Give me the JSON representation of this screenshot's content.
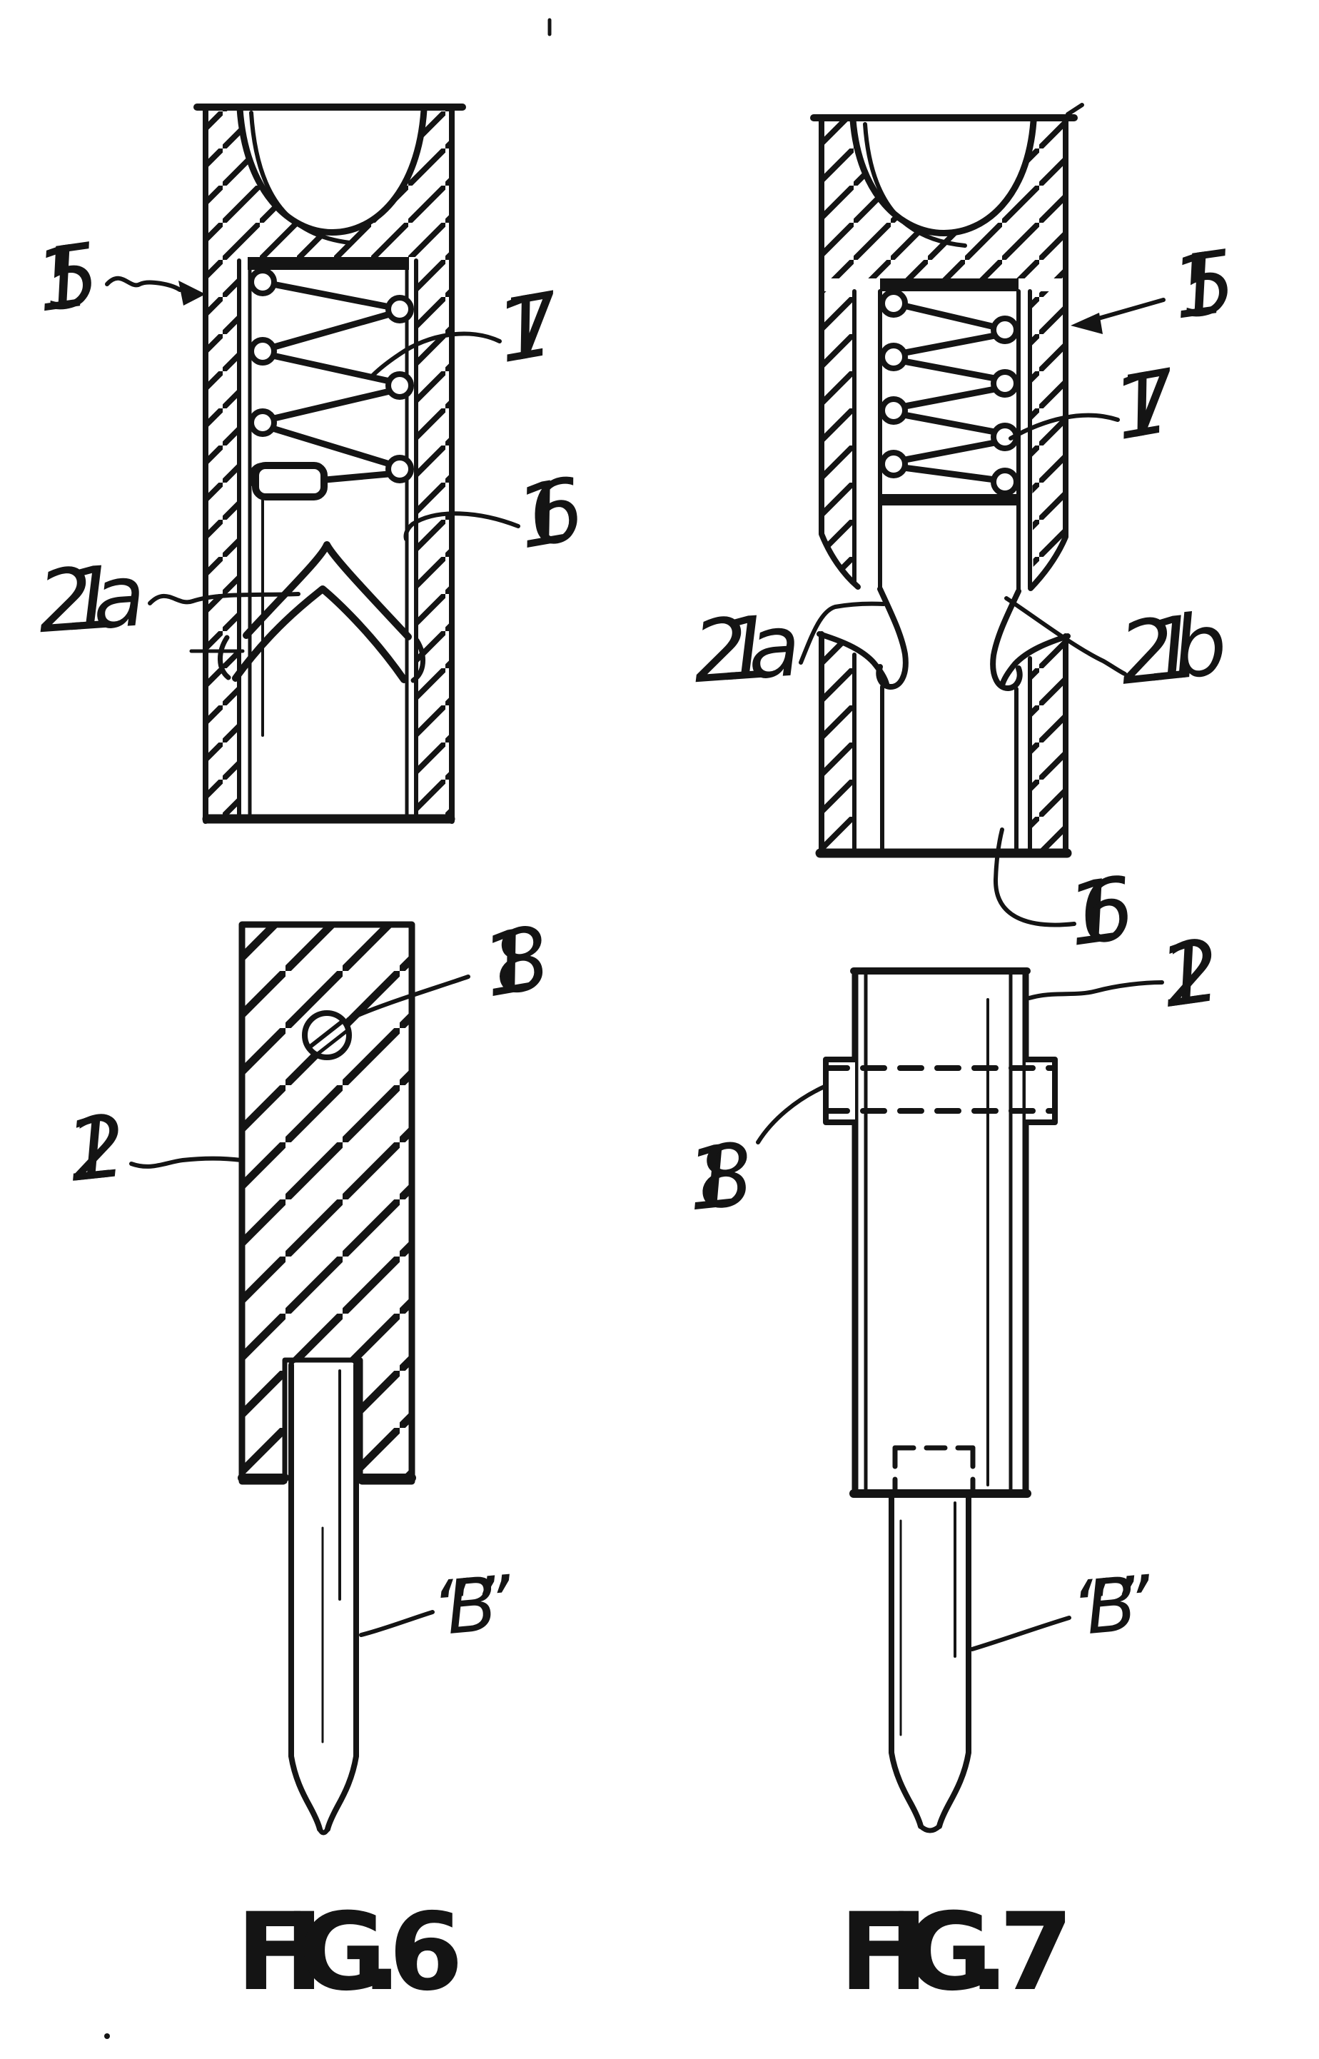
{
  "document": {
    "kind": "patent drawing sheet",
    "background_color": "#ffffff",
    "ink_color": "#141414",
    "figure_count": 2
  },
  "fig6": {
    "caption": "FIG. 6",
    "labels": {
      "l15": "15",
      "l17": "17",
      "l16": "16",
      "l21a": "21a",
      "l18": "18",
      "l12": "12",
      "lB": "“B”"
    }
  },
  "fig7": {
    "caption": "FIG. 7",
    "labels": {
      "l15": "15",
      "l17": "17",
      "l21a": "21a",
      "l21b": "21b",
      "l16": "16",
      "l12": "12",
      "l18": "18",
      "lB": "“B”"
    }
  }
}
